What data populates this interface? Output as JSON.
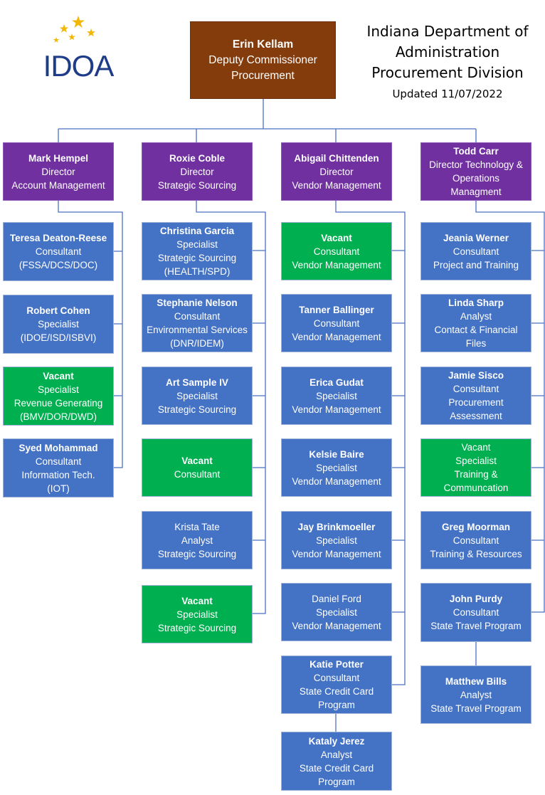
{
  "logo": {
    "text": "IDOA",
    "stars_color": "#f2b705",
    "text_color": "#1f3c88"
  },
  "header": {
    "line1": "Indiana Department of",
    "line2": "Administration",
    "line3": "Procurement Division",
    "updated": "Updated 11/07/2022"
  },
  "colors": {
    "vacant": "#00b050",
    "staff": "#4472c4",
    "director": "#7030a0",
    "deputy": "#843c0c",
    "connector": "#4a72c4"
  },
  "top": {
    "name": "Erin Kellam",
    "title": "Deputy Commissioner",
    "area": "Procurement"
  },
  "directors": [
    {
      "name": "Mark Hempel",
      "title": "Director",
      "area": "Account Management"
    },
    {
      "name": "Roxie Coble",
      "title": "Director",
      "area": "Strategic Sourcing"
    },
    {
      "name": "Abigail Chittenden",
      "title": "Director",
      "area": "Vendor Management"
    },
    {
      "name": "Todd Carr",
      "title": "Director Technology &",
      "area": "Operations",
      "area2": "Managment"
    }
  ],
  "col1": [
    {
      "name": "Teresa Deaton-Reese",
      "title": "Consultant",
      "area": "(FSSA/DCS/DOC)"
    },
    {
      "name": "Robert Cohen",
      "title": "Specialist",
      "area": "(IDOE/ISD/ISBVI)"
    },
    {
      "name": "Vacant",
      "title": "Specialist",
      "area": "Revenue Generating",
      "area2": "(BMV/DOR/DWD)"
    },
    {
      "name": "Syed Mohammad",
      "title": "Consultant",
      "area": "Information Tech.",
      "area2": "(IOT)"
    }
  ],
  "col2": [
    {
      "name": "Christina Garcia",
      "title": "Specialist",
      "area": "Strategic Sourcing",
      "area2": "(HEALTH/SPD)"
    },
    {
      "name": "Stephanie Nelson",
      "title": "Consultant",
      "area": "Environmental Services",
      "area2": "(DNR/IDEM)"
    },
    {
      "name": "Art Sample IV",
      "title": "Specialist",
      "area": "Strategic Sourcing"
    },
    {
      "name": "Vacant",
      "title": "Consultant"
    },
    {
      "name": "Krista Tate",
      "title": "Analyst",
      "area": "Strategic Sourcing"
    },
    {
      "name": "Vacant",
      "title": "Specialist",
      "area": "Strategic Sourcing"
    }
  ],
  "col3": [
    {
      "name": "Vacant",
      "title": "Consultant",
      "area": "Vendor Management"
    },
    {
      "name": "Tanner Ballinger",
      "title": "Consultant",
      "area": "Vendor Management"
    },
    {
      "name": "Erica Gudat",
      "title": "Specialist",
      "area": "Vendor Management"
    },
    {
      "name": "Kelsie Baire",
      "title": "Specialist",
      "area": "Vendor Management"
    },
    {
      "name": "Jay Brinkmoeller",
      "title": "Specialist",
      "area": "Vendor Management"
    },
    {
      "name": "Daniel Ford",
      "title": "Specialist",
      "area": "Vendor Management"
    },
    {
      "name": "Katie Potter",
      "title": "Consultant",
      "area": "State Credit Card",
      "area2": "Program"
    },
    {
      "name": "Kataly Jerez",
      "title": "Analyst",
      "area": "State Credit Card",
      "area2": "Program"
    }
  ],
  "col4": [
    {
      "name": "Jeania Werner",
      "title": "Consultant",
      "area": "Project and Training"
    },
    {
      "name": "Linda Sharp",
      "title": "Analyst",
      "area": "Contact & Financial",
      "area2": "Files"
    },
    {
      "name": "Jamie Sisco",
      "title": "Consultant",
      "area": "Procurement",
      "area2": "Assessment"
    },
    {
      "name": "Vacant",
      "title": "Specialist",
      "area": "Training &",
      "area2": "Communcation"
    },
    {
      "name": "Greg Moorman",
      "title": "Consultant",
      "area": "Training & Resources"
    },
    {
      "name": "John Purdy",
      "title": "Consultant",
      "area": "State Travel Program"
    },
    {
      "name": "Matthew Bills",
      "title": "Analyst",
      "area": "State Travel Program"
    }
  ]
}
